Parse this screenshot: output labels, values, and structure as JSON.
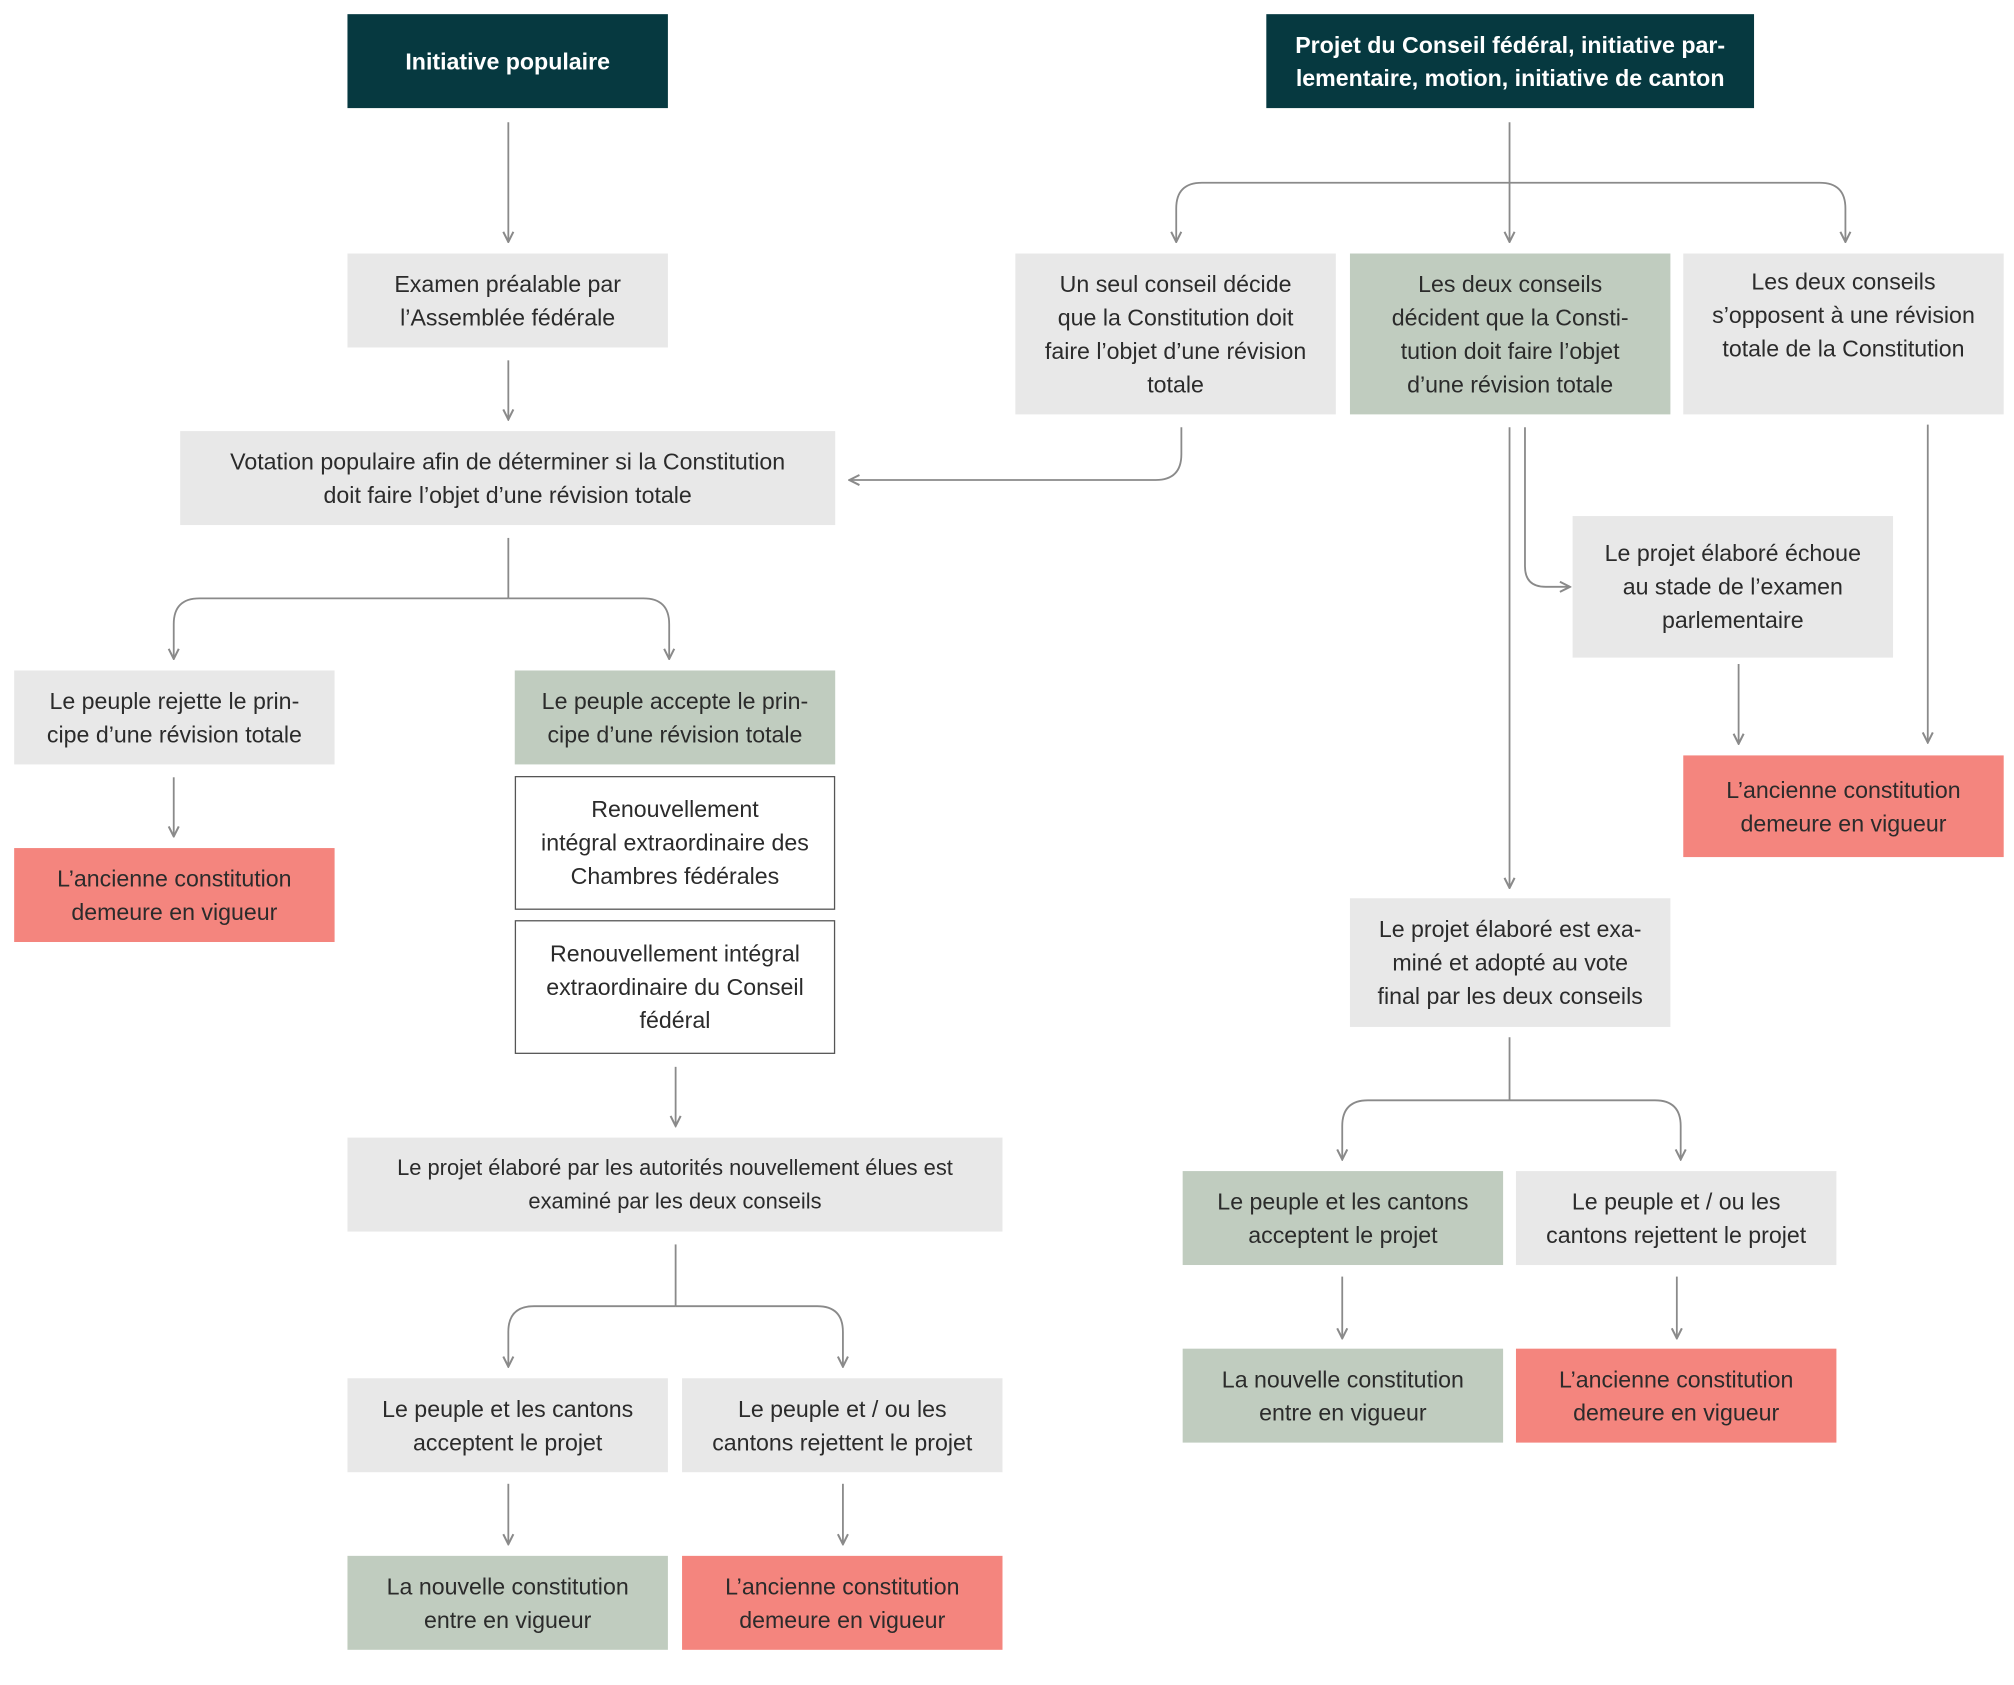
{
  "nodes": {
    "initiative": "Initiative populaire",
    "projet_cf": "Projet du Conseil fédéral, initiative par-\nlementaire, motion, initiative de canton",
    "examen_prealable": "Examen préalable par\nl’Assemblée fédérale",
    "votation_populaire": "Votation populaire afin de déterminer si la Constitution\ndoit faire l’objet d’une révision totale",
    "un_seul_conseil": "Un seul conseil décide\nque la Constitution doit\nfaire l’objet d’une révision\ntotale",
    "deux_conseils_decident": "Les deux conseils\ndécident que la Consti-\ntution doit faire l’objet\nd’une révision totale",
    "deux_conseils_opposent": "Les deux conseils\ns’opposent à une révision\ntotale de la Constitution",
    "peuple_rejette_principe": "Le peuple rejette le prin-\ncipe d’une révision totale",
    "peuple_accepte_principe": "Le peuple accepte le prin-\ncipe d’une révision totale",
    "renouvellement_chambres": "Renouvellement\nintégral extraordinaire des\nChambres fédérales",
    "renouvellement_conseil": "Renouvellement intégral\nextraordinaire du Conseil\nfédéral",
    "projet_echoue": "Le projet élaboré échoue\nau stade de l’examen\nparlementaire",
    "ancienne_left": "L’ancienne constitution\ndemeure en vigueur",
    "ancienne_right_top": "L’ancienne constitution\ndemeure en vigueur",
    "projet_examine_adopte": "Le projet élaboré est exa-\nminé et adopté au vote\nfinal par les deux conseils",
    "projet_autorites": "Le projet élaboré par les autorités nouvellement élues est\nexaminé par les deux conseils",
    "accept_left": "Le peuple et les cantons\nacceptent le projet",
    "reject_left": "Le peuple et / ou les\ncantons rejettent le projet",
    "nouvelle_left": "La nouvelle constitution\nentre en vigueur",
    "ancienne_bottom_left": "L’ancienne constitution\ndemeure en vigueur",
    "accept_right": "Le peuple et les cantons\nacceptent le projet",
    "reject_right": "Le peuple et / ou les\ncantons rejettent le projet",
    "nouvelle_right": "La nouvelle constitution\nentre en vigueur",
    "ancienne_bottom_right": "L’ancienne constitution\ndemeure en vigueur"
  },
  "colors": {
    "header": "#063940",
    "neutral": "#e8e8e8",
    "accepted": "#c0ccbf",
    "rejected": "#f4857e",
    "connector": "#8a8a8a"
  }
}
